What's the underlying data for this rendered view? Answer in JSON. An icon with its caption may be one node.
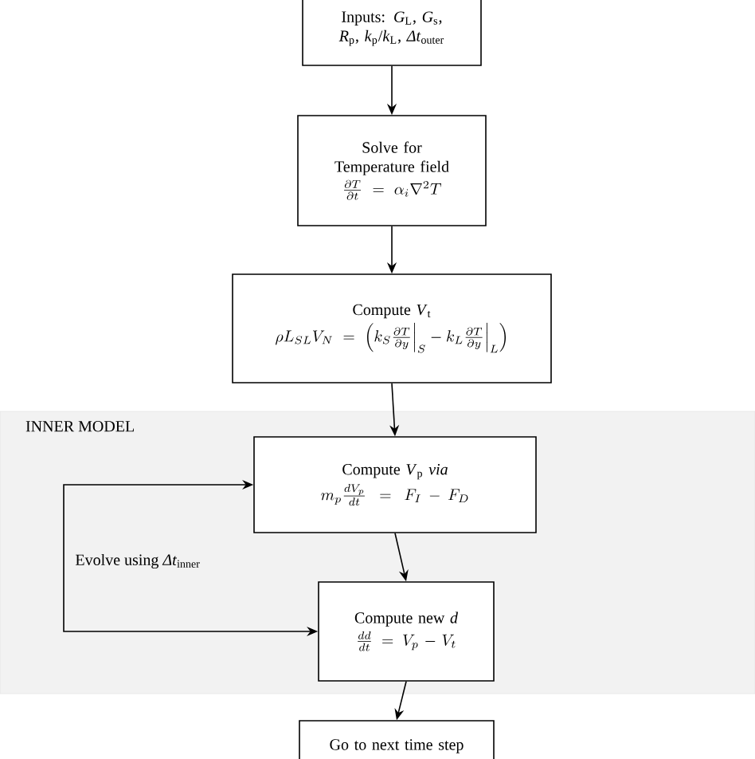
{
  "diagram": {
    "nodes": [
      {
        "text": [
          "Inputs: *G*$_{L}$, *G*$_{s}$, *R*$_{p}$, *k*$_{p}$/*k*$_{L}$, *Δt*$_{outer}$"
        ]
      },
      {
        "text": [
          "Solve for Temperature field",
          "\\frac{\\partial T}{\\partial t} = \\alpha_i \\nabla^2 T"
        ]
      },
      {
        "text": [
          "Compute *V*$_{t}$",
          "\\rho L_{SL} V_N = \\left( k_S \\frac{\\partial T}{\\partial y}\\Big|_S - k_L \\frac{\\partial T}{\\partial y}\\Big|_L \\right)"
        ]
      },
      {
        "text": [
          "INNER MODEL"
        ]
      },
      {
        "text": [
          "Compute *V*$_{p}$ *via*",
          "m_p \\frac{dV_p}{dt} = F_I - F_D"
        ],
        "in": 3
      },
      {
        "text": [
          "Compute new *d*",
          "\\frac{dd}{dt} = V_p - V_t"
        ],
        "in": 3
      },
      {
        "text": [
          "Go to next time step"
        ]
      }
    ],
    "edges": [
      {
        "from": 0,
        "to": 1,
        "arrow": "to"
      },
      {
        "from": 1,
        "to": 2,
        "arrow": "to"
      },
      {
        "from": 2,
        "to": 4,
        "arrow": "to"
      },
      {
        "from": 4,
        "to": 5,
        "arrow": "to"
      },
      {
        "from": 5,
        "to": 6,
        "arrow": "to"
      },
      {
        "from": 5,
        "to": 4,
        "arrow": "both",
        "label": "Evolve using *Δt*$_{inner}$"
      }
    ]
  }
}
